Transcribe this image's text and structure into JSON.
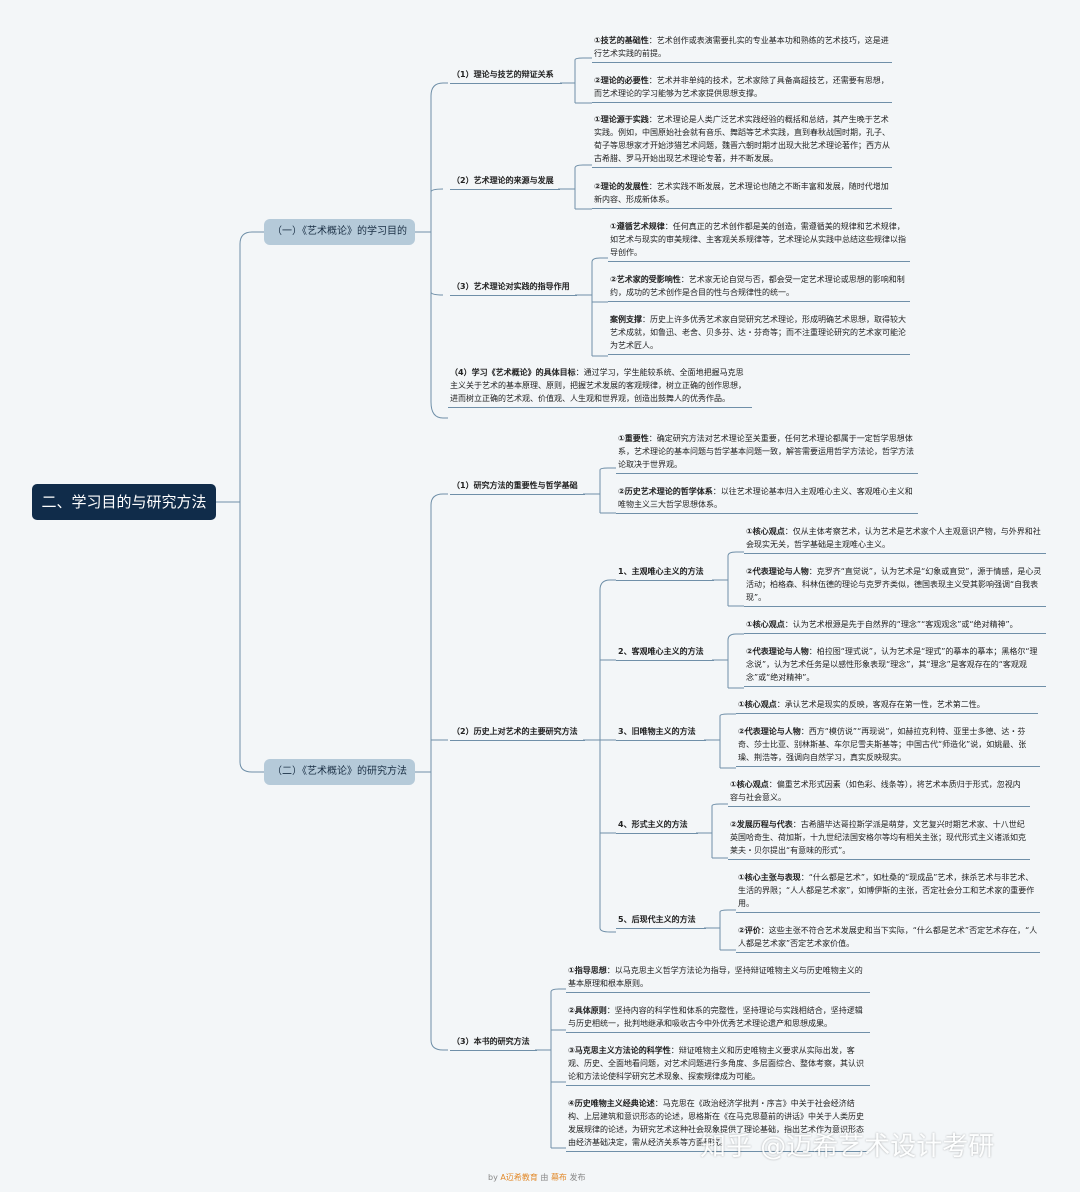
{
  "root": "二、学习目的与研究方法",
  "sections": {
    "s1": "（一）《艺术概论》的学习目的",
    "s2": "（二）《艺术概论》的研究方法"
  },
  "branches": {
    "b1": "（1）理论与技艺的辩证关系",
    "b2": "（2）艺术理论的来源与发展",
    "b3": "（3）艺术理论对实践的指导作用",
    "b4h": "（4）学习《艺术概论》的具体目标",
    "b4t": "：通过学习，学生能较系统、全面地把握马克思主义关于艺术的基本原理、原则，把握艺术发展的客观规律，树立正确的创作思想，进而树立正确的艺术观、价值观、人生观和世界观，创造出鼓舞人的优秀作品。",
    "c1": "（1）研究方法的重要性与哲学基础",
    "c2": "（2）历史上对艺术的主要研究方法",
    "c3": "（3）本书的研究方法",
    "m1": "1、主观唯心主义的方法",
    "m2": "2、客观唯心主义的方法",
    "m3": "3、旧唯物主义的方法",
    "m4": "4、形式主义的方法",
    "m5": "5、后现代主义的方法"
  },
  "leaves": {
    "l1h": "①技艺的基础性",
    "l1t": "：艺术创作或表演需要扎实的专业基本功和熟练的艺术技巧，这是进行艺术实践的前提。",
    "l2h": "②理论的必要性",
    "l2t": "：艺术并非单纯的技术，艺术家除了具备高超技艺，还需要有思想，而艺术理论的学习能够为艺术家提供思想支撑。",
    "l3h": "①理论源于实践",
    "l3t": "：艺术理论是人类广泛艺术实践经验的概括和总结，其产生晚于艺术实践。例如，中国原始社会就有音乐、舞蹈等艺术实践，直到春秋战国时期，孔子、荀子等思想家才开始涉猎艺术问题，魏晋六朝时期才出现大批艺术理论著作；西方从古希腊、罗马开始出现艺术理论专著，并不断发展。",
    "l4h": "②理论的发展性",
    "l4t": "：艺术实践不断发展，艺术理论也随之不断丰富和发展，随时代增加新内容、形成新体系。",
    "l5h": "①遵循艺术规律",
    "l5t": "：任何真正的艺术创作都是美的创造，需遵循美的规律和艺术规律，如艺术与现实的审美规律、主客观关系规律等，艺术理论从实践中总结这些规律以指导创作。",
    "l6h": "②艺术家的受影响性",
    "l6t": "：艺术家无论自觉与否，都会受一定艺术理论或思想的影响和制约，成功的艺术创作是合目的性与合规律性的统一。",
    "l7h": "案例支撑",
    "l7t": "：历史上许多优秀艺术家自觉研究艺术理论，形成明确艺术思想，取得较大艺术成就，如鲁迅、老舍、贝多芬、达・芬奇等；而不注重理论研究的艺术家可能沦为艺术匠人。",
    "r1h": "①重要性",
    "r1t": "：确定研究方法对艺术理论至关重要，任何艺术理论都属于一定哲学思想体系，艺术理论的基本问题与哲学基本问题一致，解答需要运用哲学方法论，哲学方法论取决于世界观。",
    "r2h": "②历史艺术理论的哲学体系",
    "r2t": "：以往艺术理论基本归入主观唯心主义、客观唯心主义和唯物主义三大哲学思想体系。",
    "p1h": "①核心观点",
    "p1t": "：仅从主体考察艺术，认为艺术是艺术家个人主观意识产物，与外界和社会现实无关，哲学基础是主观唯心主义。",
    "p2h": "②代表理论与人物",
    "p2t": "：克罗齐“直觉说”，认为艺术是“幻象或直觉”，源于情感，是心灵活动；柏格森、科林伍德的理论与克罗齐类似，德国表现主义受其影响强调“自我表现”。",
    "q1h": "①核心观点",
    "q1t": "：认为艺术根源是先于自然界的“理念”“客观观念”或“绝对精神”。",
    "q2h": "②代表理论与人物",
    "q2t": "：柏拉图“理式说”，认为艺术是“理式”的摹本的摹本；黑格尔“理念说”，认为艺术任务是以感性形象表现“理念”，其“理念”是客观存在的“客观观念”或“绝对精神”。",
    "o1h": "①核心观点",
    "o1t": "：承认艺术是现实的反映，客观存在第一性，艺术第二性。",
    "o2h": "②代表理论与人物",
    "o2t": "：西方“模仿说”“再现说”，如赫拉克利特、亚里士多德、达・芬奇、莎士比亚、别林斯基、车尔尼雪夫斯基等；中国古代“师造化”说，如姚最、张璪、荆浩等，强调向自然学习，真实反映现实。",
    "f1h": "①核心观点",
    "f1t": "：偏重艺术形式因素（如色彩、线条等），将艺术本质归于形式，忽视内容与社会意义。",
    "f2h": "②发展历程与代表",
    "f2t": "：古希腊毕达哥拉斯学派是萌芽，文艺复兴时期艺术家、十八世纪英国哈奇生、荷加斯，十九世纪法国安格尔等均有相关主张；现代形式主义诸派如克莱夫・贝尔提出“有意味的形式”。",
    "h1h": "①核心主张与表现",
    "h1t": "：“什么都是艺术”，如杜桑的“现成品”艺术，抹杀艺术与非艺术、生活的界限；“人人都是艺术家”，如博伊斯的主张，否定社会分工和艺术家的重要作用。",
    "h2h": "②评价",
    "h2t": "：这些主张不符合艺术发展史和当下实际，“什么都是艺术”否定艺术存在，“人人都是艺术家”否定艺术家价值。",
    "n1h": "①指导思想",
    "n1t": "：以马克思主义哲学方法论为指导，坚持辩证唯物主义与历史唯物主义的基本原理和根本原则。",
    "n2h": "②具体原则",
    "n2t": "：坚持内容的科学性和体系的完整性，坚持理论与实践相结合，坚持逻辑与历史相统一，批判地继承和吸收古今中外优秀艺术理论遗产和思想成果。",
    "n3h": "③马克思主义方法论的科学性",
    "n3t": "：辩证唯物主义和历史唯物主义要求从实际出发，客观、历史、全面地看问题，对艺术问题进行多角度、多层面综合、整体考察，其认识论和方法论使科学研究艺术现象、探索规律成为可能。",
    "n4h": "④历史唯物主义经典论述",
    "n4t": "：马克思在《政治经济学批判・序言》中关于社会经济结构、上层建筑和意识形态的论述，恩格斯在《在马克思墓前的讲话》中关于人类历史发展规律的论述，为研究艺术这种社会现象提供了理论基础，指出艺术作为意识形态由经济基础决定，需从经济关系等方面研究。"
  },
  "watermark": "知乎 @迈希艺术设计考研",
  "footer": {
    "by": "by",
    "author": "A迈希教育",
    "mid": "由",
    "brand": "幕布",
    "end": "发布"
  }
}
